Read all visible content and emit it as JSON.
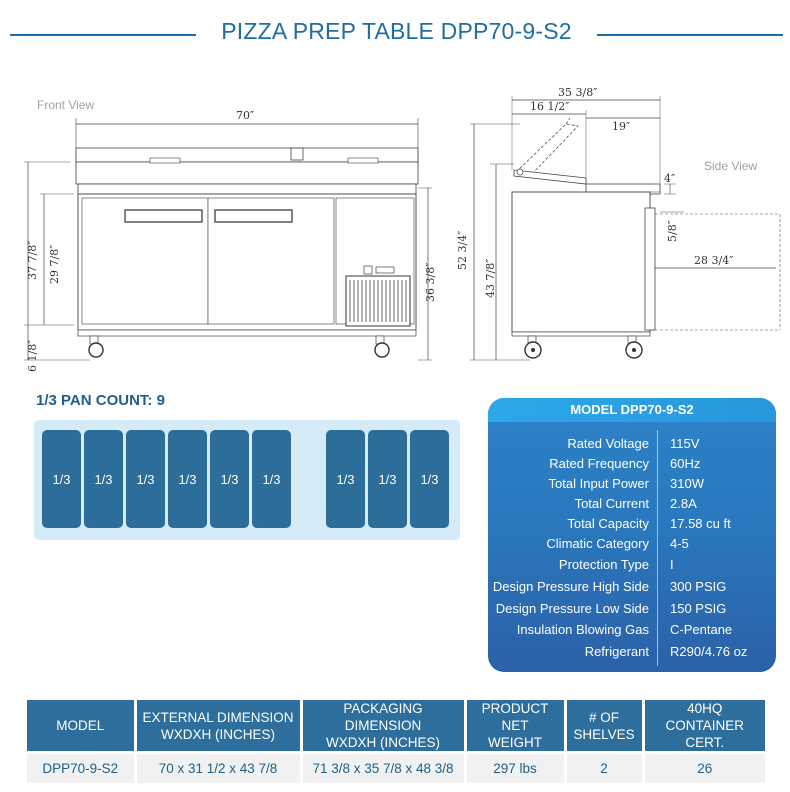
{
  "title": "PIZZA PREP TABLE DPP70-9-S2",
  "drawing": {
    "front_view_label": "Front View",
    "side_view_label": "Side View",
    "dims": {
      "width": "70″",
      "height_total": "37 7/8″",
      "height_body": "29 7/8″",
      "caster": "6 1/8″",
      "height_right": "36 3/8″",
      "side_depth": "35 3/8″",
      "side_lid": "16 1/2″",
      "side_top": "19″",
      "side_height_total": "52 3/4″",
      "side_height_body": "43 7/8″",
      "side_four": "4″",
      "side_five_eighths": "5/8″",
      "side_door": "28 3/4″"
    }
  },
  "pan_count": {
    "title": "1/3 PAN COUNT: 9",
    "pans": [
      "1/3",
      "1/3",
      "1/3",
      "1/3",
      "1/3",
      "1/3",
      "1/3",
      "1/3",
      "1/3"
    ]
  },
  "spec_card": {
    "title": "MODEL DPP70-9-S2",
    "rows": [
      {
        "key": "Rated  Voltage",
        "value": "115V"
      },
      {
        "key": "Rated  Frequency",
        "value": "60Hz"
      },
      {
        "key": "Total Input Power",
        "value": "310W"
      },
      {
        "key": "Total Current",
        "value": "2.8A"
      },
      {
        "key": "Total Capacity",
        "value": "17.58 cu ft"
      },
      {
        "key": "Climatic Category",
        "value": "4-5"
      },
      {
        "key": "Protection Type",
        "value": "I"
      },
      {
        "key": "Design Pressure High Side",
        "value": "300 PSIG"
      },
      {
        "key": "Design Pressure Low Side",
        "value": "150 PSIG"
      },
      {
        "key": "Insulation Blowing Gas",
        "value": "C-Pentane"
      },
      {
        "key": "Refrigerant",
        "value": "R290/4.76 oz"
      }
    ]
  },
  "table": {
    "headers": [
      [
        "MODEL"
      ],
      [
        "EXTERNAL DIMENSION",
        "WXDXH (INCHES)"
      ],
      [
        "PACKAGING DIMENSION",
        "WXDXH (INCHES)"
      ],
      [
        "PRODUCT NET",
        "WEIGHT"
      ],
      [
        "# OF",
        "SHELVES"
      ],
      [
        "40HQ",
        "CONTAINER CERT."
      ]
    ],
    "row": [
      "DPP70-9-S2",
      "70 x 31 1/2 x 43 7/8",
      "71 3/8 x 35 7/8 x 48 3/8",
      "297 lbs",
      "2",
      "26"
    ]
  },
  "colors": {
    "brand_blue": "#1f6ea3",
    "pan_fill": "#2d6d99",
    "pan_box": "#d6ebf8",
    "card_blue": "#2a78bd",
    "card_head": "#2ea8e8",
    "table_head": "#2d6e9c"
  }
}
